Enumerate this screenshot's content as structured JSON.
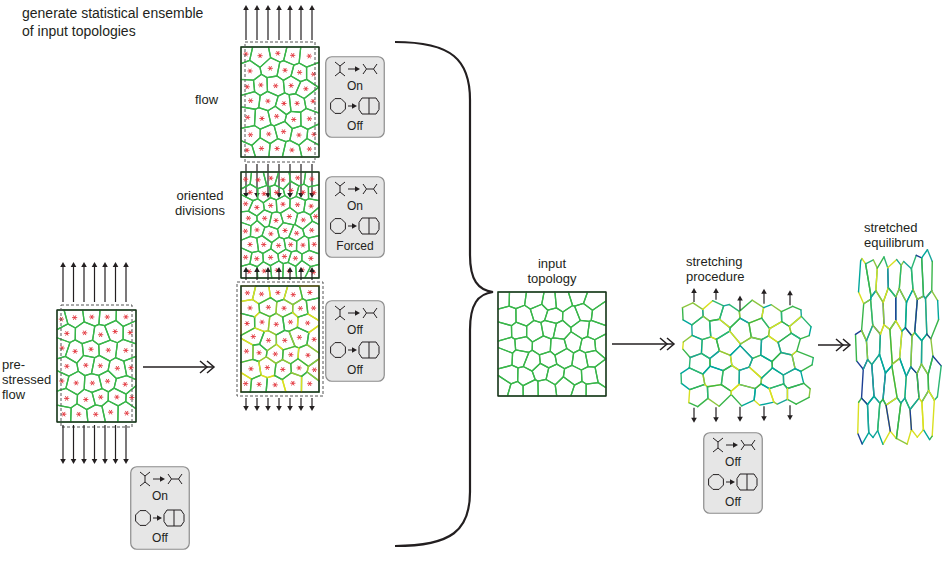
{
  "diagram": {
    "title": "generate statistical ensemble of input topologies",
    "nodes": [
      {
        "text": [
          "flow"
        ]
      },
      {
        "text": [
          "On",
          "Off"
        ]
      },
      {
        "text": [
          "oriented divisions"
        ]
      },
      {
        "text": [
          "On",
          "Forced"
        ]
      },
      {
        "text": [
          "pre-stressed flow"
        ]
      },
      {
        "text": [
          "On",
          "Off"
        ]
      },
      {
        "text": [
          "Off",
          "Off"
        ]
      },
      {
        "text": [
          "input topology"
        ]
      },
      {
        "text": [
          "stretching procedure"
        ]
      },
      {
        "text": [
          "Off",
          "Off"
        ]
      },
      {
        "text": [
          "stretched equilibrum"
        ]
      }
    ],
    "edges": [
      {
        "from": 7,
        "to": 8,
        "arrow": "to"
      },
      {
        "from": 8,
        "to": 10,
        "arrow": "to"
      }
    ]
  }
}
